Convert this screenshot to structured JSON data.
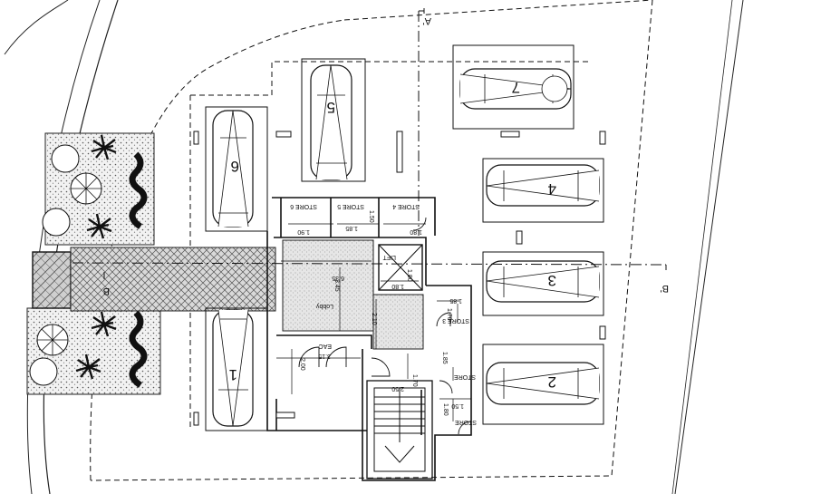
{
  "drawing": {
    "section_marks": {
      "a": "A'",
      "b": "B'",
      "b_short": "B"
    },
    "parking_numbers": [
      "1",
      "2",
      "3",
      "4",
      "5",
      "6",
      "7"
    ],
    "rooms": {
      "store_2": "STORE",
      "store_3": "STORE 3",
      "store_4": "STORE 4",
      "store_5": "STORE 5",
      "store_6": "STORE 6",
      "store_extra": "STORE",
      "lift": "LIFT",
      "lobby": "Lobby",
      "eac": "EAC"
    },
    "dimensions": {
      "d1": "1.90",
      "d2": "1.85",
      "d3": "1.50",
      "d4": "1.80",
      "d5": "1.80",
      "d6": "1.80",
      "d7": "6.35",
      "d8": "3.45",
      "d9": "2.10",
      "d10": "3.15",
      "d11": "2.00",
      "d12": "1.70",
      "d13": "2.50",
      "d14": "1.85",
      "d15": "1.50",
      "d16": "1.80",
      "d17": "1.85",
      "d18": "1.70"
    }
  }
}
